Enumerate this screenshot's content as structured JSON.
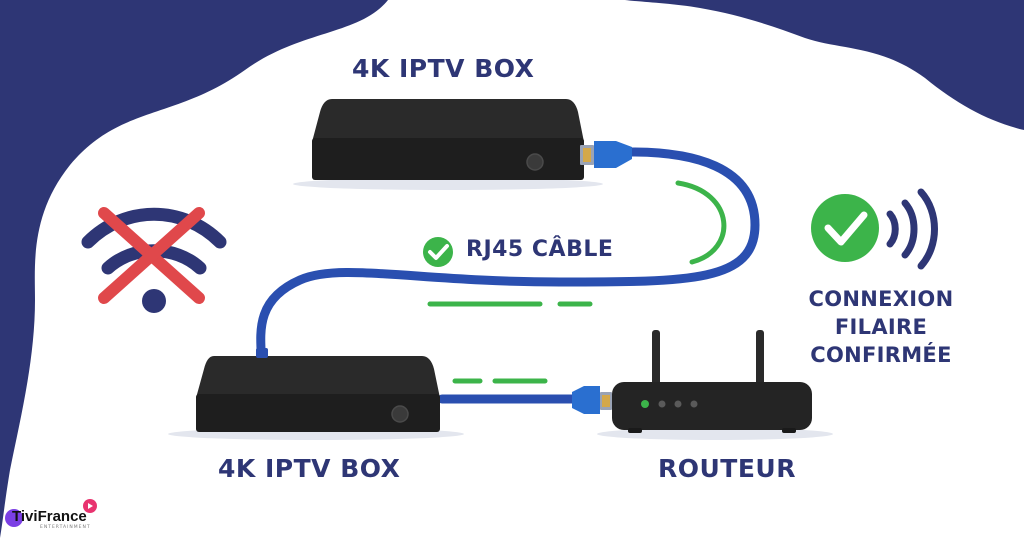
{
  "diagram": {
    "top_box_label": "4K IPTV BOX",
    "bottom_box_label": "4K IPTV BOX",
    "router_label": "ROUTEUR",
    "cable_label": "RJ45 CÂBLE",
    "connection_lines": [
      "CONNEXION",
      "FILAIRE",
      "CONFIRMÉE"
    ],
    "brand": {
      "name": "TiviFrance",
      "tagline": "ENTERTAINMENT"
    },
    "colors": {
      "navy": "#2e3675",
      "cable_blue": "#2a4fb0",
      "check_green": "#3cb44a",
      "cross_red": "#e0484b",
      "device_black": "#1e1e1e"
    },
    "icons": {
      "no_wifi": "wifi-crossed-icon",
      "check": "check-circle-icon",
      "signal": "signal-waves-icon"
    }
  }
}
